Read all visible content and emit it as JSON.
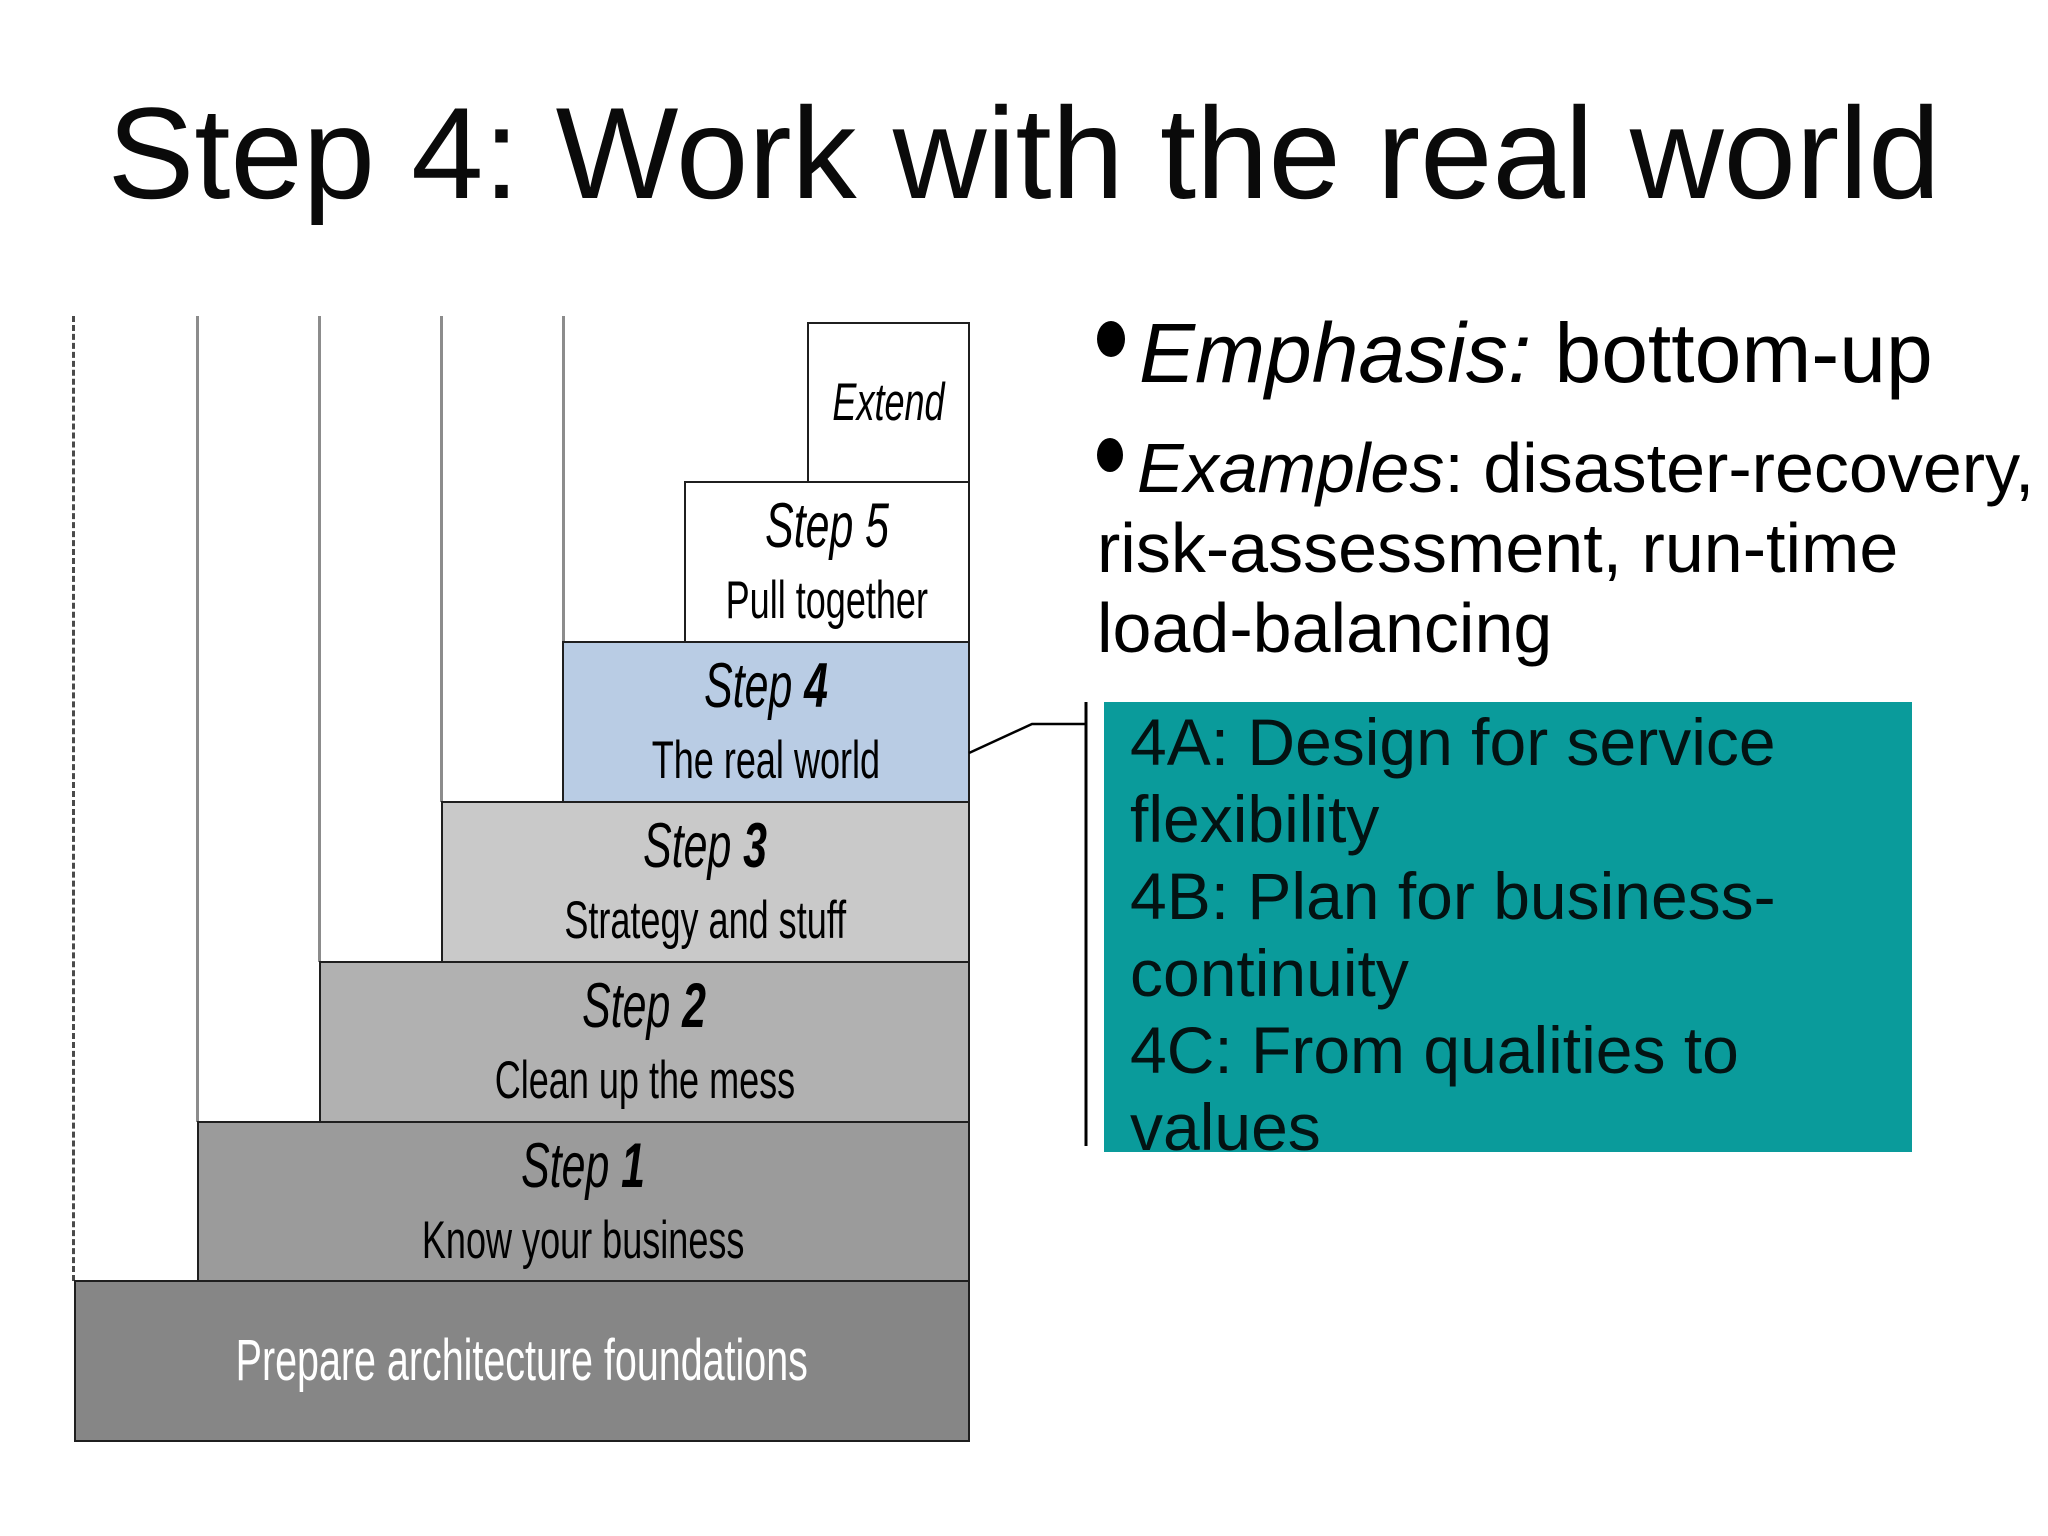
{
  "slide": {
    "title": "Step 4: Work with the real world",
    "background_color": "#ffffff"
  },
  "bullets": [
    {
      "lead": "Emphasis:",
      "rest": " bottom-up"
    },
    {
      "lead": "Examples",
      "rest": ": disaster-recovery,\nrisk-assessment, run-time\nload-balancing"
    }
  ],
  "callout": {
    "text": "4A: Design for service\nflexibility\n4B: Plan for business-\ncontinuity\n4C: From qualities to\nvalues",
    "bg_color": "#0a9b9b"
  },
  "staircase": [
    {
      "label": "Extend",
      "bg": "#ffffff"
    },
    {
      "prefix": "Step ",
      "number": "5",
      "subtitle": "Pull together",
      "bg": "#ffffff"
    },
    {
      "prefix": "Step ",
      "number": "4",
      "subtitle": "The real world",
      "bg": "#b9cce4"
    },
    {
      "prefix": "Step ",
      "number": "3",
      "subtitle": "Strategy and stuff",
      "bg": "#c9c9c9"
    },
    {
      "prefix": "Step ",
      "number": "2",
      "subtitle": "Clean up the mess",
      "bg": "#b1b1b1"
    },
    {
      "prefix": "Step ",
      "number": "1",
      "subtitle": "Know your business",
      "bg": "#9b9b9b"
    },
    {
      "label": "Prepare architecture foundations",
      "bg": "#868686",
      "text_color": "#ffffff"
    }
  ],
  "lines": {
    "guide_color": "#8c8c8c",
    "connector_color": "#000000"
  }
}
